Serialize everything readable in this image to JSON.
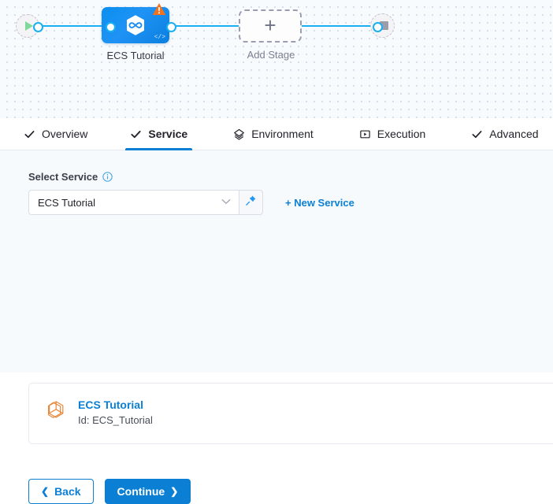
{
  "canvas": {
    "start_node": {
      "icon": "play-icon"
    },
    "stage_node": {
      "label": "ECS Tutorial",
      "icon": "hexagon-infinity-icon",
      "warning_icon": "warning-triangle-icon",
      "code_icon": "code-brackets-icon"
    },
    "add_stage_node": {
      "label": "Add Stage",
      "icon": "plus-icon"
    },
    "end_node": {
      "icon": "stop-square-icon"
    },
    "edge_color": "#19b0f2"
  },
  "tabs": [
    {
      "label": "Overview",
      "icon": "check-icon",
      "active": false
    },
    {
      "label": "Service",
      "icon": "check-icon",
      "active": true
    },
    {
      "label": "Environment",
      "icon": "layers-diamond-icon",
      "active": false
    },
    {
      "label": "Execution",
      "icon": "play-box-icon",
      "active": false
    },
    {
      "label": "Advanced",
      "icon": "check-icon",
      "active": false
    }
  ],
  "form": {
    "select_service_label": "Select Service",
    "info_icon": "info-icon",
    "select_value": "ECS Tutorial",
    "select_placeholder": "Select Service",
    "chevron_icon": "chevron-down-icon",
    "pin_icon": "pin-icon",
    "new_service_label": "+ New Service"
  },
  "service_card": {
    "icon": "cube-hexagon-icon",
    "title": "ECS Tutorial",
    "subtitle": "Id: ECS_Tutorial"
  },
  "footer": {
    "back_label": "Back",
    "back_chevron": "❮",
    "continue_label": "Continue",
    "continue_chevron": "❯"
  },
  "colors": {
    "accent": "#0b7fd4",
    "edge": "#19b0f2",
    "warning": "#f2711c",
    "card_icon": "#e8883a",
    "canvas_bg": "#f7fbfd",
    "content_bg": "#f7fafd"
  }
}
